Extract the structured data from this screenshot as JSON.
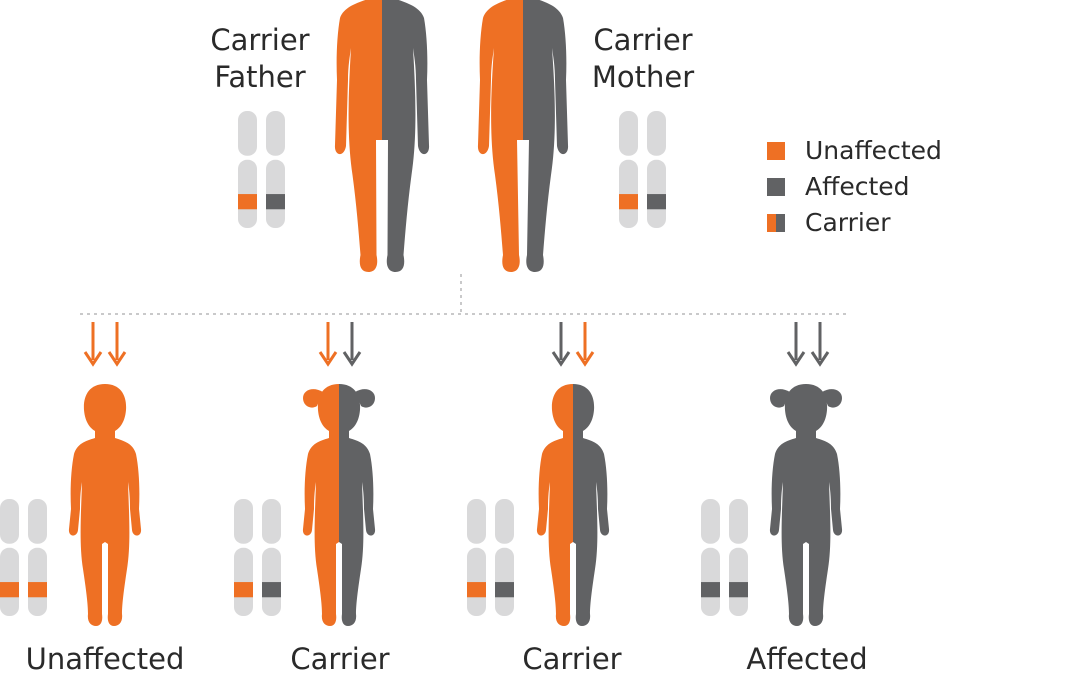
{
  "colors": {
    "unaffected": "#ee7024",
    "affected": "#616264",
    "chromosome": "#d9d9da",
    "connector": "#b7b7b9"
  },
  "parents": {
    "father": {
      "label_lines": [
        "Carrier",
        "Father"
      ],
      "alleles": [
        "unaffected",
        "affected"
      ]
    },
    "mother": {
      "label_lines": [
        "Carrier",
        "Mother"
      ],
      "alleles": [
        "unaffected",
        "affected"
      ]
    }
  },
  "legend": [
    {
      "label": "Unaffected",
      "swatch": "unaffected"
    },
    {
      "label": "Affected",
      "swatch": "affected"
    },
    {
      "label": "Carrier",
      "swatch": "carrier"
    }
  ],
  "children": [
    {
      "label": "Unaffected",
      "alleles": [
        "unaffected",
        "unaffected"
      ],
      "arrows": [
        "unaffected",
        "unaffected"
      ],
      "figure": "boy",
      "fill": "unaffected"
    },
    {
      "label": "Carrier",
      "alleles": [
        "unaffected",
        "affected"
      ],
      "arrows": [
        "unaffected",
        "affected"
      ],
      "figure": "girl",
      "fill": "carrier"
    },
    {
      "label": "Carrier",
      "alleles": [
        "unaffected",
        "affected"
      ],
      "arrows": [
        "affected",
        "unaffected"
      ],
      "figure": "boy",
      "fill": "carrier"
    },
    {
      "label": "Affected",
      "alleles": [
        "affected",
        "affected"
      ],
      "arrows": [
        "affected",
        "affected"
      ],
      "figure": "girl",
      "fill": "affected"
    }
  ]
}
